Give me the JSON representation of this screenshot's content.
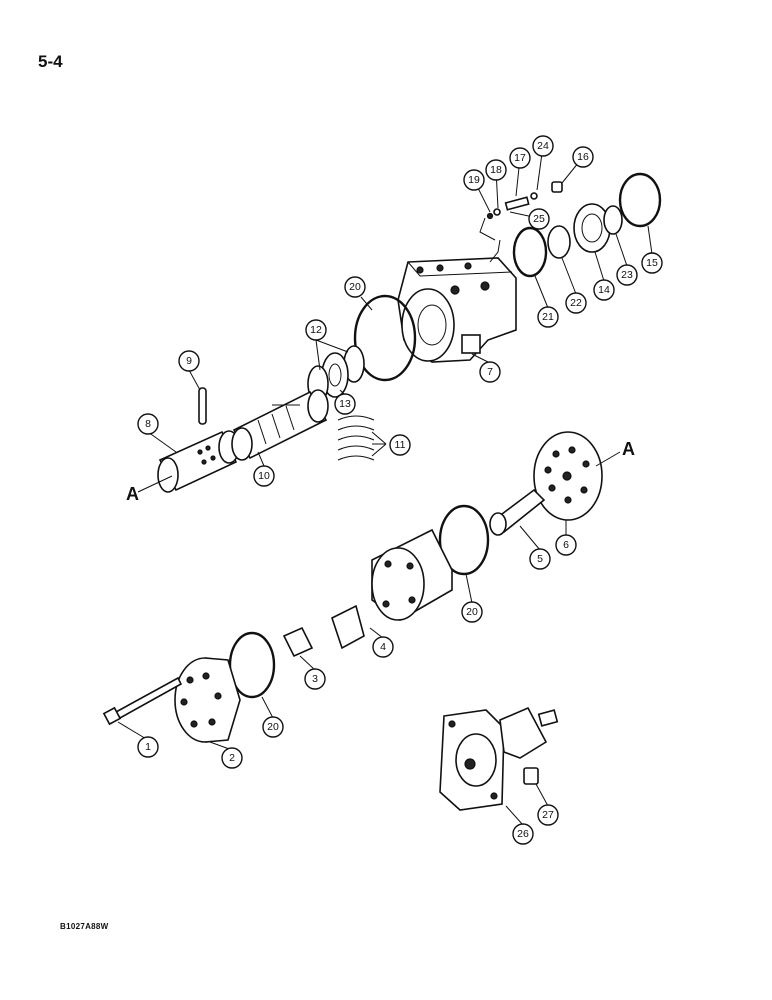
{
  "page_number": "5-4",
  "figure_code": "B1027A88W",
  "reference_letter": "A",
  "callouts": [
    "1",
    "2",
    "3",
    "4",
    "5",
    "6",
    "7",
    "8",
    "9",
    "10",
    "11",
    "12",
    "13",
    "14",
    "15",
    "16",
    "17",
    "18",
    "19",
    "20",
    "20",
    "20",
    "21",
    "22",
    "23",
    "24",
    "25",
    "26",
    "27"
  ]
}
